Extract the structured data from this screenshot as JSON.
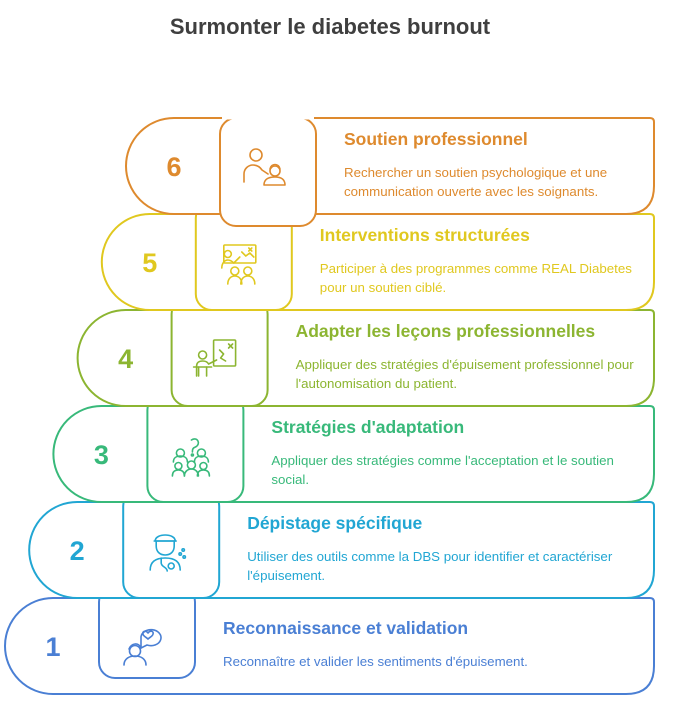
{
  "title": "Surmonter le diabetes burnout",
  "steps": [
    {
      "number": "1",
      "title": "Reconnaissance et validation",
      "description": "Reconnaître et valider les sentiments d'épuisement.",
      "color": "#4a7fd4",
      "icon": "speech-heart-person-icon"
    },
    {
      "number": "2",
      "title": "Dépistage spécifique",
      "description": "Utiliser des outils comme la DBS pour identifier et caractériser l'épuisement.",
      "color": "#21a6d3",
      "icon": "doctor-stethoscope-icon"
    },
    {
      "number": "3",
      "title": "Stratégies d'adaptation",
      "description": "Appliquer des stratégies comme l'acceptation et le soutien social.",
      "color": "#38b97a",
      "icon": "support-group-icon"
    },
    {
      "number": "4",
      "title": "Adapter les leçons professionnelles",
      "description": "Appliquer des stratégies d'épuisement professionnel pour l'autonomisation du patient.",
      "color": "#8cb531",
      "icon": "presenter-board-icon"
    },
    {
      "number": "5",
      "title": "Interventions structurées",
      "description": "Participer à des programmes comme REAL Diabetes pour un soutien ciblé.",
      "color": "#e0c81f",
      "icon": "training-group-icon"
    },
    {
      "number": "6",
      "title": "Soutien professionnel",
      "description": "Rechercher un soutien psychologique et une communication ouverte avec les soignants.",
      "color": "#de8a2e",
      "icon": "counselor-icon"
    }
  ]
}
